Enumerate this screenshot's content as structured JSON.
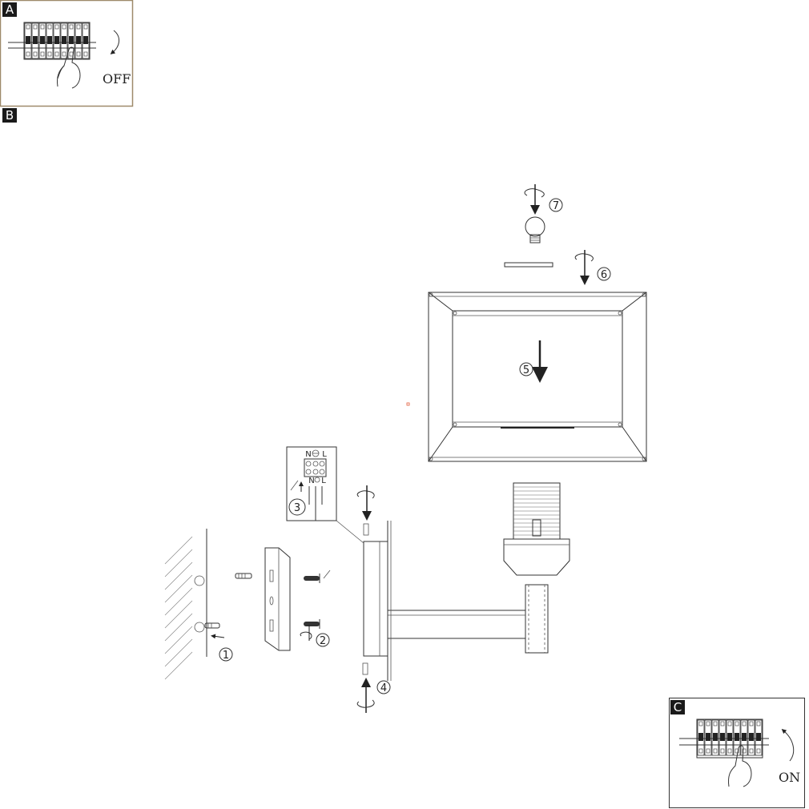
{
  "panels": {
    "a": {
      "badge": "A",
      "action_label": "OFF"
    },
    "b": {
      "badge": "B"
    },
    "c": {
      "badge": "C",
      "action_label": "ON"
    }
  },
  "steps": [
    "1",
    "2",
    "3",
    "4",
    "5",
    "6",
    "7"
  ],
  "terminal_labels": {
    "neutral": "N",
    "live": "L"
  },
  "colors": {
    "line": "#333333",
    "badge_bg": "#1a1a1a",
    "mark": "#e25b3a"
  }
}
